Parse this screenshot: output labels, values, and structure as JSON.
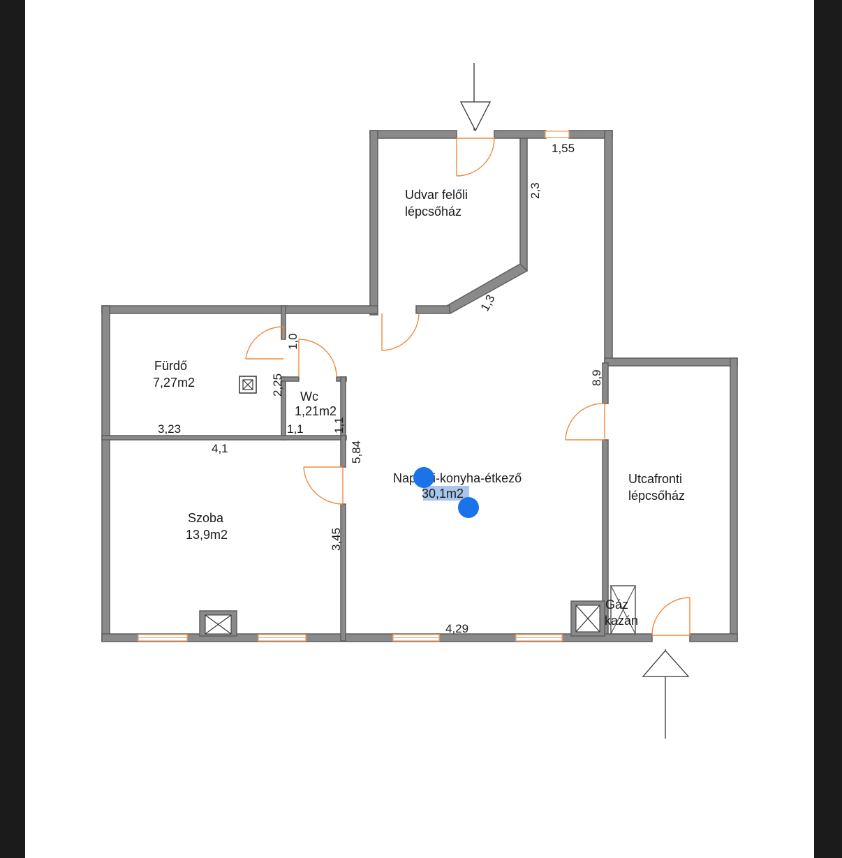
{
  "rooms": {
    "udvar": {
      "name_line1": "Udvar felőli",
      "name_line2": "lépcsőház"
    },
    "furdo": {
      "name": "Fürdő",
      "area": "7,27m2"
    },
    "wc": {
      "name": "Wc",
      "area": "1,21m2"
    },
    "nappali": {
      "name": "Nappali-konyha-étkező",
      "area": "30,1m2"
    },
    "szoba": {
      "name": "Szoba",
      "area": "13,9m2"
    },
    "utcafronti": {
      "name_line1": "Utcafronti",
      "name_line2": "lépcsőház"
    },
    "gaz": {
      "name_line1": "Gáz",
      "name_line2": "kazán"
    }
  },
  "dimensions": {
    "d155": "1,55",
    "d23": "2,3",
    "d13": "1,3",
    "d10": "1,0",
    "d89": "8,9",
    "d225": "2,25",
    "d323": "3,23",
    "d11": "1,1",
    "d11b": "1,1",
    "d41": "4,1",
    "d584": "5,84",
    "d345": "3,45",
    "d429": "4,29"
  },
  "colors": {
    "wall": "#8a8a8a",
    "door": "#f08a3c",
    "selection_handle": "#1a73e8"
  }
}
